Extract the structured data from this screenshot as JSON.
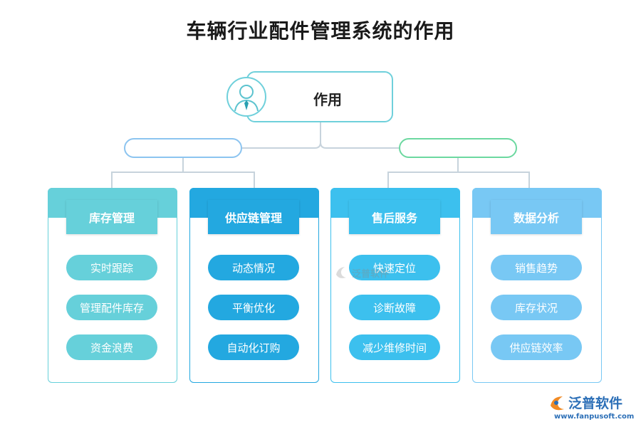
{
  "title": "车辆行业配件管理系统的作用",
  "root": {
    "label": "作用"
  },
  "columns": [
    {
      "header": "库存管理",
      "color": "#66d0da",
      "items": [
        "实时跟踪",
        "管理配件库存",
        "资金浪费"
      ]
    },
    {
      "header": "供应链管理",
      "color": "#23a8e0",
      "items": [
        "动态情况",
        "平衡优化",
        "自动化订购"
      ]
    },
    {
      "header": "售后服务",
      "color": "#3cc0ee",
      "items": [
        "快速定位",
        "诊断故障",
        "减少维修时间"
      ]
    },
    {
      "header": "数据分析",
      "color": "#78c8f4",
      "items": [
        "销售趋势",
        "库存状况",
        "供应链效率"
      ]
    }
  ],
  "watermark": {
    "name": "泛普软件",
    "icon": "fanpu-logo-icon"
  },
  "brand": {
    "name": "泛普软件",
    "url": "www.fanpusoft.com",
    "icon": "fanpu-logo-icon"
  }
}
